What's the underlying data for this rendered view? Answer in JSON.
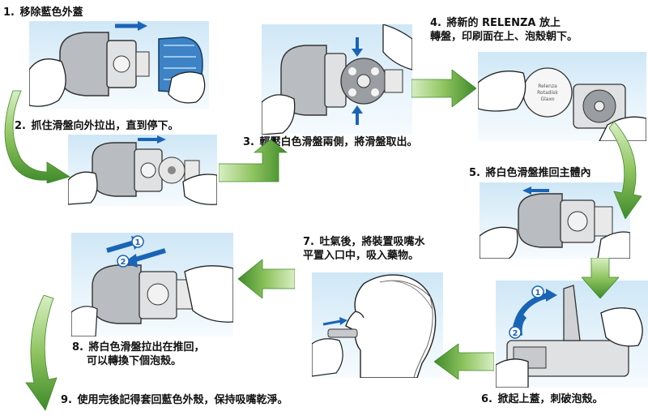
{
  "colors": {
    "arrow_green_dark": "#3f8a2a",
    "arrow_green_light": "#a9d680",
    "blue_action": "#1a64b6",
    "panel_sky": "#d4eaf7"
  },
  "steps": [
    {
      "num": "1.",
      "text": "移除藍色外蓋"
    },
    {
      "num": "2.",
      "text": "抓住滑盤向外拉出，直到停下。"
    },
    {
      "num": "3.",
      "text": "輕壓白色滑盤兩側，將滑盤取出。"
    },
    {
      "num": "4.",
      "text": "將新的 RELENZA 放上",
      "text2": "轉盤，印刷面在上、泡殼朝下。"
    },
    {
      "num": "5.",
      "text": "將白色滑盤推回主體內"
    },
    {
      "num": "6.",
      "text": "掀起上蓋，刺破泡殼。"
    },
    {
      "num": "7.",
      "text": "吐氣後，將裝置吸嘴水",
      "text2": "平置入口中，吸入藥物。"
    },
    {
      "num": "8.",
      "text": "將白色滑盤拉出在推回，",
      "text2": "可以轉換下個泡殼。"
    },
    {
      "num": "9.",
      "text": "使用完後記得套回藍色外殼，保持吸嘴乾淨。"
    }
  ],
  "disk_label": [
    "Relenza",
    "Rotadisk",
    "Glaxo"
  ],
  "order_marks": [
    "1",
    "2"
  ]
}
